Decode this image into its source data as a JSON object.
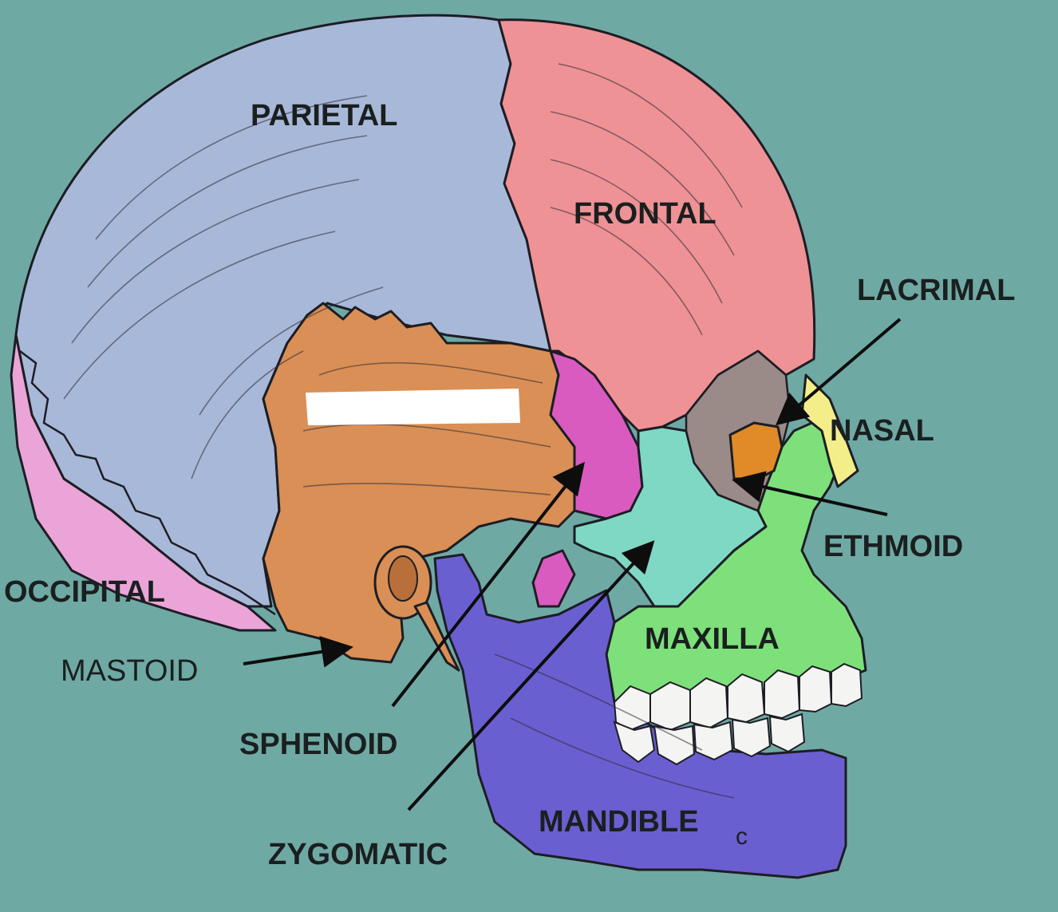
{
  "colors": {
    "background": "#6fa9a4",
    "parietal": "#a8b8d8",
    "frontal": "#ef9295",
    "temporal": "#d98f55",
    "occipital": "#eba4d8",
    "sphenoid": "#d95bc0",
    "zygomatic": "#7ed8c4",
    "maxilla": "#7ee07a",
    "mandible": "#6a5fd0",
    "nasal": "#f4ee8a",
    "lacrimal": "#e08a28",
    "teeth": "#f4f4f2"
  },
  "labels": {
    "parietal": "PARIETAL",
    "frontal": "FRONTAL",
    "lacrimal": "LACRIMAL",
    "nasal": "NASAL",
    "ethmoid": "ETHMOID",
    "occipital": "OCCIPITAL",
    "mastoid": "MASTOID",
    "maxilla": "MAXILLA",
    "sphenoid": "SPHENOID",
    "mandible": "MANDIBLE",
    "zygomatic": "ZYGOMATIC",
    "mark": "c"
  }
}
